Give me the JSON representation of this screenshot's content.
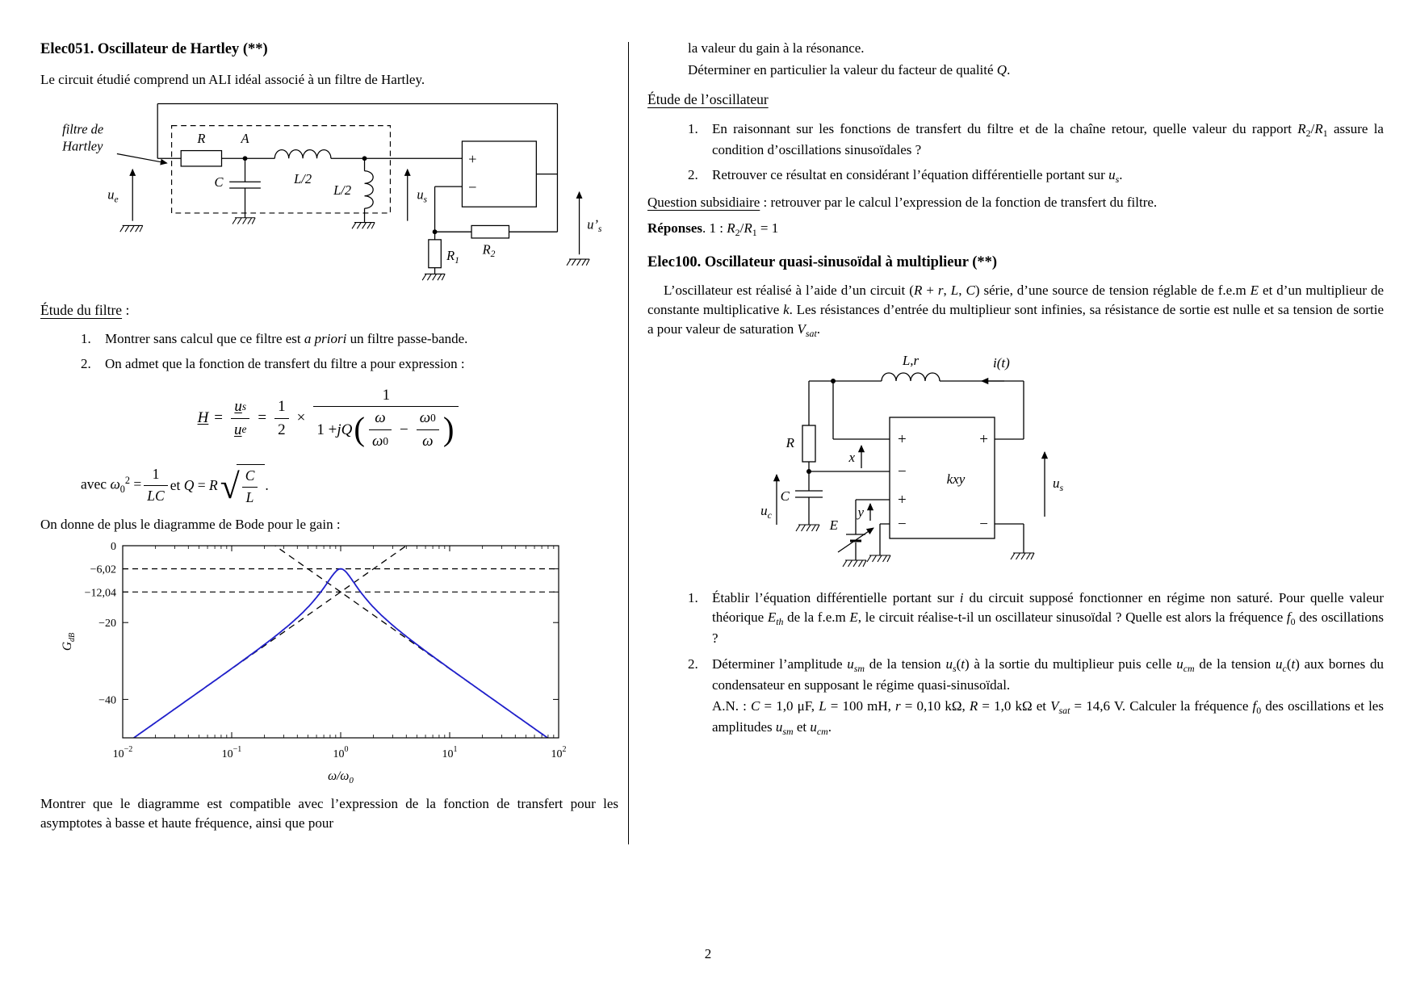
{
  "page": {
    "number": "2"
  },
  "chart_data": {
    "type": "line",
    "title": "",
    "xlabel": "ω/ω₀",
    "xlabel_base": "ω/ω",
    "xlabel_sub": "0",
    "ylabel": "G",
    "ylabel_sub": "dB",
    "x_scale": "log",
    "xlim": [
      0.01,
      100
    ],
    "ylim": [
      -50,
      0
    ],
    "x_tick_values": [
      0.01,
      0.1,
      1,
      10,
      100
    ],
    "x_tick_labels": [
      "10⁻²",
      "10⁻¹",
      "10⁰",
      "10¹",
      "10²"
    ],
    "x_tick_base": "10",
    "x_tick_exponents": [
      "−2",
      "−1",
      "0",
      "1",
      "2"
    ],
    "y_tick_values": [
      0,
      -6.02,
      -12.04,
      -20,
      -40
    ],
    "y_tick_labels": [
      "0",
      "−6,02",
      "−12,04",
      "−20",
      "−40"
    ],
    "grid": false,
    "legend": false,
    "curve": {
      "model": "G_dB(x) = 20·log10(H0) − 10·log10(1 + Q²·(x − 1/x)²), x = ω/ω₀",
      "Q": 2,
      "H0": 0.5,
      "peak_db": -6.02,
      "peak_x": 1,
      "color": "#2020cc"
    },
    "asymptotes": {
      "crossing_x": 1,
      "crossing_db": -12.04,
      "slopes_db_per_decade": [
        20,
        -20
      ],
      "style": "dashed",
      "color": "#000000"
    },
    "dashed_hlines": [
      -6.02,
      -12.04
    ]
  },
  "left": {
    "title": "Elec051. Oscillateur de Hartley (**)",
    "intro": "Le circuit étudié comprend un ALI idéal associé à un filtre de Hartley.",
    "circuit1": {
      "filter_label_line1": "filtre de",
      "filter_label_line2": "Hartley",
      "R": "R",
      "node_A": "A",
      "L_series": "L/2",
      "L_shunt": "L/2",
      "C": "C",
      "ue_base": "u",
      "ue_sub": "e",
      "us_base": "u",
      "us_sub": "s",
      "ups_base": "u’",
      "ups_sub": "s",
      "R1_base": "R",
      "R1_sub": "1",
      "R2_base": "R",
      "R2_sub": "2",
      "opamp_plus": "+",
      "opamp_minus": "−"
    },
    "section_filtre": {
      "title": "Étude du filtre",
      "suffix": " :"
    },
    "q1": {
      "num": "1.",
      "segs": [
        {
          "t": "Montrer sans calcul que ce filtre est "
        },
        {
          "t": "a priori",
          "s": "i"
        },
        {
          "t": " un filtre passe-bande."
        }
      ]
    },
    "q2": {
      "num": "2.",
      "segs": [
        {
          "t": "On admet que la fonction de transfert du filtre a pour expression :"
        }
      ]
    },
    "formula": {
      "H": "H",
      "eq1": "=",
      "us_base": "u",
      "us_sub": "s",
      "ue_base": "u",
      "ue_sub": "e",
      "eq2": "=",
      "half_num": "1",
      "half_den": "2",
      "times": "×",
      "main_num": "1",
      "den_lead": "1 + ",
      "jQ": "jQ",
      "lparen": "(",
      "rparen": ")",
      "om_a": "ω",
      "om0a_base": "ω",
      "om0a_sub": "0",
      "minus": "−",
      "om0b_base": "ω",
      "om0b_sub": "0",
      "om_b": "ω"
    },
    "avec": {
      "pre": [
        {
          "t": "avec "
        },
        {
          "t": "ω",
          "s": "i"
        },
        {
          "t": "0",
          "s": "sub"
        },
        {
          "t": "2",
          "s": "sup"
        },
        {
          "t": " = "
        }
      ],
      "frac1": {
        "num": "1",
        "den": "LC"
      },
      "mid": [
        {
          "t": " et "
        },
        {
          "t": "Q",
          "s": "i"
        },
        {
          "t": " = "
        },
        {
          "t": "R",
          "s": "i"
        }
      ],
      "radical": "√",
      "frac2": {
        "num": "C",
        "den": "L"
      },
      "post": [
        {
          "t": "."
        }
      ]
    },
    "bode_intro": "On donne de plus le diagramme de Bode pour le gain :",
    "outro": "Montrer que le diagramme est compatible avec l’expression de la fonction de transfert pour les asymptotes à basse et haute fréquence, ainsi que pour"
  },
  "right": {
    "cont1": "la valeur du gain à la résonance.",
    "cont2": [
      {
        "t": "Déterminer en particulier la valeur du facteur de qualité "
      },
      {
        "t": "Q",
        "s": "i"
      },
      {
        "t": "."
      }
    ],
    "section_osc": {
      "title": "Étude de l’oscillateur"
    },
    "o1": {
      "num": "1.",
      "segs": [
        {
          "t": "En raisonnant sur les fonctions de transfert du filtre et de la chaîne retour, quelle valeur du rapport "
        },
        {
          "t": "R",
          "s": "i"
        },
        {
          "t": "2",
          "s": "sub"
        },
        {
          "t": "/"
        },
        {
          "t": "R",
          "s": "i"
        },
        {
          "t": "1",
          "s": "sub"
        },
        {
          "t": " assure la condition d’oscillations sinusoïdales ?"
        }
      ]
    },
    "o2": {
      "num": "2.",
      "segs": [
        {
          "t": "Retrouver ce résultat en considérant l’équation différentielle portant sur "
        },
        {
          "t": "u",
          "s": "i"
        },
        {
          "t": "s",
          "s": "i sub"
        },
        {
          "t": "."
        }
      ]
    },
    "subsid": {
      "title": "Question subsidiaire",
      "rest": " : retrouver par le calcul l’expression de la fonction de transfert du filtre."
    },
    "reponses": {
      "lead": "Réponses",
      "segs": [
        {
          "t": ". 1 : "
        },
        {
          "t": "R",
          "s": "i"
        },
        {
          "t": "2",
          "s": "sub"
        },
        {
          "t": "/"
        },
        {
          "t": "R",
          "s": "i"
        },
        {
          "t": "1",
          "s": "sub"
        },
        {
          "t": " = 1"
        }
      ]
    },
    "ex2": {
      "title": "Elec100. Oscillateur quasi-sinusoïdal à multiplieur (**)",
      "intro": [
        {
          "t": "L’oscillateur est réalisé à l’aide d’un circuit ("
        },
        {
          "t": "R",
          "s": "i"
        },
        {
          "t": " + "
        },
        {
          "t": "r",
          "s": "i"
        },
        {
          "t": ", "
        },
        {
          "t": "L",
          "s": "i"
        },
        {
          "t": ", "
        },
        {
          "t": "C",
          "s": "i"
        },
        {
          "t": ") série, d’une source de tension réglable de f.e.m "
        },
        {
          "t": "E",
          "s": "i"
        },
        {
          "t": " et d’un multiplieur de constante multiplicative "
        },
        {
          "t": "k",
          "s": "i"
        },
        {
          "t": ". Les résistances d’entrée du multiplieur sont infinies, sa résistance de sortie est nulle et sa tension de sortie a pour valeur de saturation "
        },
        {
          "t": "V",
          "s": "i"
        },
        {
          "t": "sat",
          "s": "i sub"
        },
        {
          "t": "."
        }
      ],
      "circuit2": {
        "Lr": "L,r",
        "i_base": "i",
        "i_rest": "(t)",
        "R": "R",
        "C": "C",
        "uc_base": "u",
        "uc_sub": "c",
        "E": "E",
        "x": "x",
        "y": "y",
        "kxy": "kxy",
        "us_base": "u",
        "us_sub": "s",
        "x_plus": "+",
        "x_minus": "−",
        "y_plus": "+",
        "y_minus": "−",
        "out_plus": "+",
        "out_minus": "−"
      },
      "q1": {
        "num": "1.",
        "segs": [
          {
            "t": "Établir l’équation différentielle portant sur "
          },
          {
            "t": "i",
            "s": "i"
          },
          {
            "t": " du circuit supposé fonctionner en régime non saturé. Pour quelle valeur théorique "
          },
          {
            "t": "E",
            "s": "i"
          },
          {
            "t": "th",
            "s": "i sub"
          },
          {
            "t": " de la f.e.m "
          },
          {
            "t": "E",
            "s": "i"
          },
          {
            "t": ", le circuit réalise-t-il un oscillateur sinusoïdal ? Quelle est alors la fréquence "
          },
          {
            "t": "f",
            "s": "i"
          },
          {
            "t": "0",
            "s": "sub"
          },
          {
            "t": " des oscillations ?"
          }
        ]
      },
      "q2": {
        "num": "2.",
        "segs": [
          {
            "t": "Déterminer l’amplitude "
          },
          {
            "t": "u",
            "s": "i"
          },
          {
            "t": "sm",
            "s": "i sub"
          },
          {
            "t": " de la tension "
          },
          {
            "t": "u",
            "s": "i"
          },
          {
            "t": "s",
            "s": "i sub"
          },
          {
            "t": "("
          },
          {
            "t": "t",
            "s": "i"
          },
          {
            "t": ") à la sortie du multiplieur puis celle "
          },
          {
            "t": "u",
            "s": "i"
          },
          {
            "t": "cm",
            "s": "i sub"
          },
          {
            "t": " de la tension "
          },
          {
            "t": "u",
            "s": "i"
          },
          {
            "t": "c",
            "s": "i sub"
          },
          {
            "t": "("
          },
          {
            "t": "t",
            "s": "i"
          },
          {
            "t": ") aux bornes du condensateur en supposant le régime quasi-sinusoïdal."
          }
        ],
        "an": [
          {
            "t": "A.N. : "
          },
          {
            "t": "C",
            "s": "i"
          },
          {
            "t": " = 1,0 μF, "
          },
          {
            "t": "L",
            "s": "i"
          },
          {
            "t": " = 100 mH, "
          },
          {
            "t": "r",
            "s": "i"
          },
          {
            "t": " = 0,10 kΩ, "
          },
          {
            "t": "R",
            "s": "i"
          },
          {
            "t": " = 1,0 kΩ et "
          },
          {
            "t": "V",
            "s": "i"
          },
          {
            "t": "sat",
            "s": "i sub"
          },
          {
            "t": " = 14,6 V. Calculer la fréquence "
          },
          {
            "t": "f",
            "s": "i"
          },
          {
            "t": "0",
            "s": "sub"
          },
          {
            "t": " des oscillations et les amplitudes "
          },
          {
            "t": "u",
            "s": "i"
          },
          {
            "t": "sm",
            "s": "i sub"
          },
          {
            "t": " et "
          },
          {
            "t": "u",
            "s": "i"
          },
          {
            "t": "cm",
            "s": "i sub"
          },
          {
            "t": "."
          }
        ]
      }
    }
  }
}
